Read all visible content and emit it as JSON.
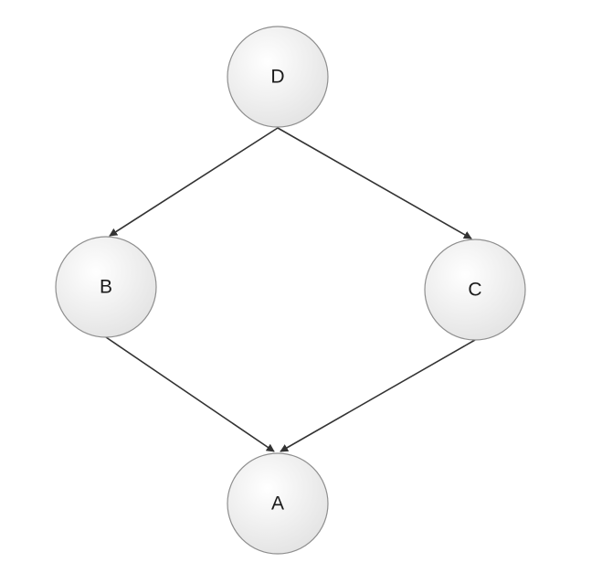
{
  "diagram": {
    "type": "directed-graph",
    "colors": {
      "node_fill_light": "#ffffff",
      "node_fill_dark": "#e3e3e3",
      "node_stroke": "#8f8f8f",
      "edge": "#333333",
      "label": "#1a1a1a",
      "background": "#ffffff"
    },
    "nodes": [
      {
        "id": "D",
        "label": "D"
      },
      {
        "id": "B",
        "label": "B"
      },
      {
        "id": "C",
        "label": "C"
      },
      {
        "id": "A",
        "label": "A"
      }
    ],
    "edges": [
      {
        "from": "D",
        "to": "B"
      },
      {
        "from": "D",
        "to": "C"
      },
      {
        "from": "B",
        "to": "A"
      },
      {
        "from": "C",
        "to": "A"
      }
    ]
  }
}
